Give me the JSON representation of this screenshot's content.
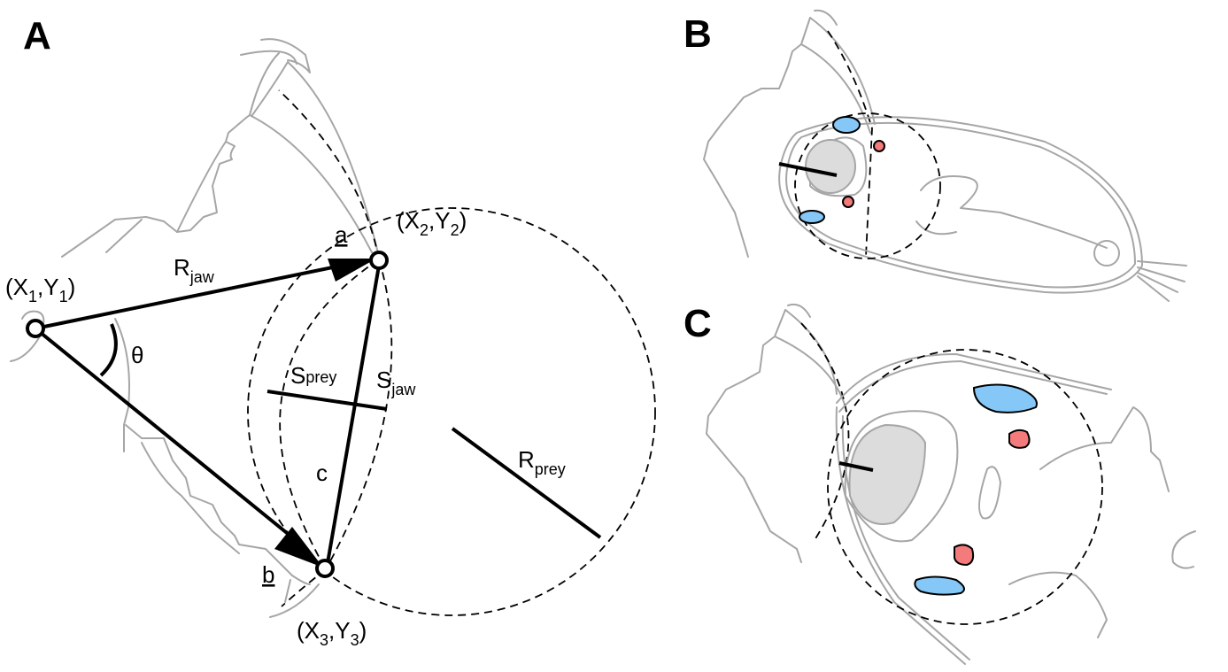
{
  "figure": {
    "panels": [
      {
        "id": "A",
        "label": "A"
      },
      {
        "id": "B",
        "label": "B"
      },
      {
        "id": "C",
        "label": "C"
      }
    ],
    "panel_a": {
      "point1": {
        "label": "(X",
        "sub_x": "1",
        "mid": ",Y",
        "sub_y": "1",
        "end": ")"
      },
      "point2": {
        "label": "(X",
        "sub_x": "2",
        "mid": ",Y",
        "sub_y": "2",
        "end": ")"
      },
      "point3": {
        "label": "(X",
        "sub_x": "3",
        "mid": ",Y",
        "sub_y": "3",
        "end": ")"
      },
      "vector_a": "a",
      "vector_b": "b",
      "chord_c": "c",
      "angle": "θ",
      "r_jaw": {
        "main": "R",
        "sub": "jaw"
      },
      "s_prey": {
        "main": "S",
        "sub": "prey"
      },
      "s_jaw": {
        "main": "S",
        "sub": "jaw"
      },
      "r_prey": {
        "main": "R",
        "sub": "prey"
      }
    },
    "colors": {
      "blue_fill": "#85c8f8",
      "red_fill": "#f47b7b",
      "gray_fill": "#dcdcdc",
      "outline": "#a6a6a6"
    }
  }
}
